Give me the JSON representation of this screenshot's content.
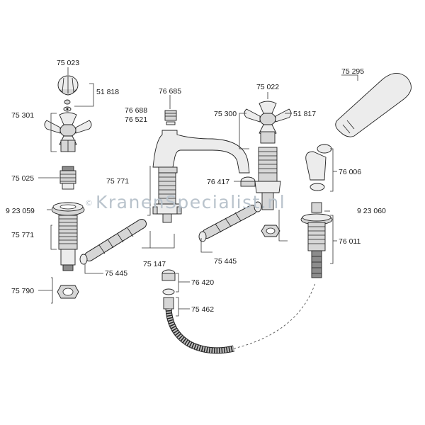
{
  "watermark": {
    "symbol": "©",
    "text": "KranenSpecialist.nl"
  },
  "part_labels": [
    {
      "id": "p75023",
      "text": "75 023"
    },
    {
      "id": "p51818",
      "text": "51 818"
    },
    {
      "id": "p75301",
      "text": "75 301"
    },
    {
      "id": "p75025",
      "text": "75 025"
    },
    {
      "id": "p923059",
      "text": "9 23 059"
    },
    {
      "id": "p75771a",
      "text": "75 771"
    },
    {
      "id": "p75790",
      "text": "75 790"
    },
    {
      "id": "p75445a",
      "text": "75 445"
    },
    {
      "id": "p76685",
      "text": "76 685"
    },
    {
      "id": "p76688",
      "text": "76 688"
    },
    {
      "id": "p76521",
      "text": "76 521"
    },
    {
      "id": "p75771b",
      "text": "75 771"
    },
    {
      "id": "p75147",
      "text": "75 147"
    },
    {
      "id": "p75022",
      "text": "75 022"
    },
    {
      "id": "p75300",
      "text": "75 300"
    },
    {
      "id": "p51817",
      "text": "51 817"
    },
    {
      "id": "p76417",
      "text": "76 417"
    },
    {
      "id": "p75445b",
      "text": "75 445"
    },
    {
      "id": "p75295",
      "text": "75 295"
    },
    {
      "id": "p76006",
      "text": "76 006"
    },
    {
      "id": "p923060",
      "text": "9 23 060"
    },
    {
      "id": "p76011",
      "text": "76 011"
    },
    {
      "id": "p76420",
      "text": "76 420"
    },
    {
      "id": "p75462",
      "text": "75 462"
    }
  ]
}
